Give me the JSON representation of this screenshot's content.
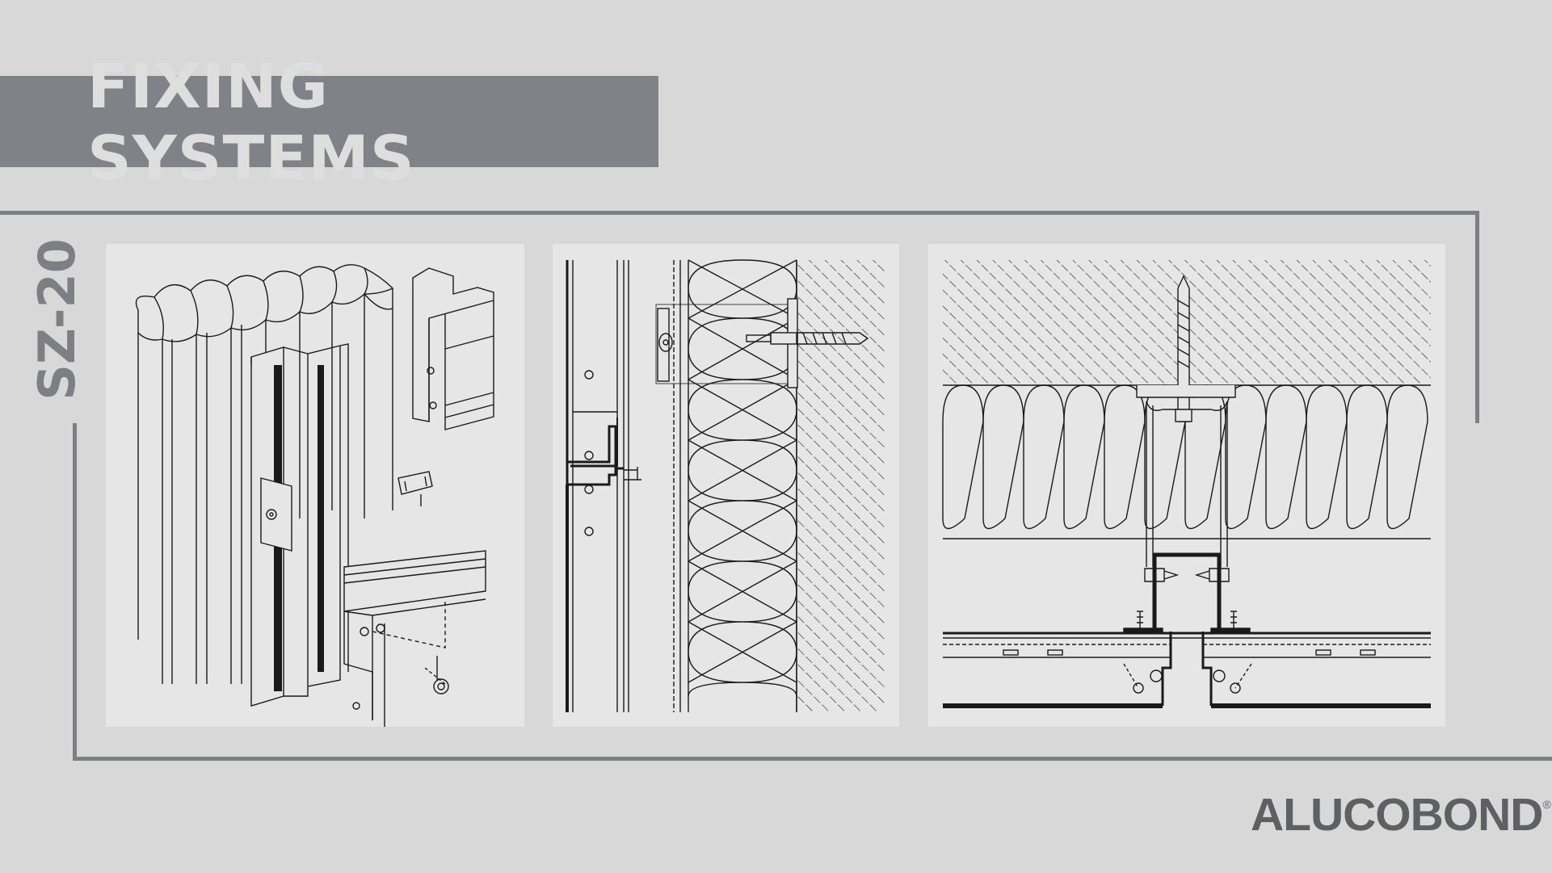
{
  "header": {
    "title": "FIXING SYSTEMS"
  },
  "system": {
    "code": "SZ-20"
  },
  "brand": {
    "name": "ALUCOBOND",
    "mark": "®"
  },
  "colors": {
    "background": "#d8d8d8",
    "title_bar": "#7f8286",
    "title_text": "#dedede",
    "frame": "#7c7f83",
    "panel": "#e6e6e7",
    "drawing_line": "#1a1a1a",
    "brand_text": "#5e6064"
  },
  "panels": [
    {
      "view": "isometric-detail"
    },
    {
      "view": "vertical-section"
    },
    {
      "view": "horizontal-section"
    }
  ]
}
